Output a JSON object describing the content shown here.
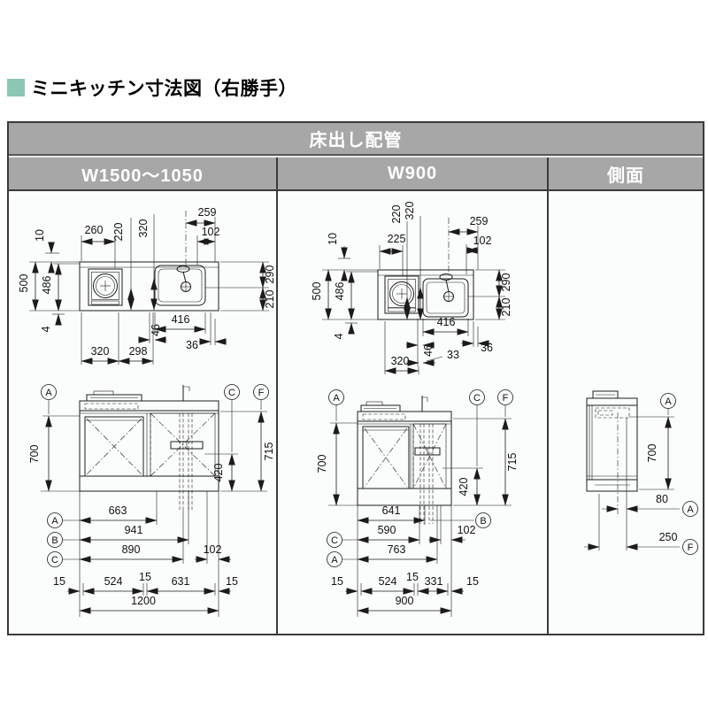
{
  "title": "ミニキッチン寸法図（右勝手）",
  "table": {
    "header": "床出し配管",
    "columns": [
      "W1500～1050",
      "W900",
      "側面"
    ]
  },
  "marks": {
    "A": "A",
    "B": "B",
    "C": "C",
    "F": "F"
  },
  "w1500": {
    "plan": {
      "d259": "259",
      "d102": "102",
      "d260": "260",
      "d220": "220",
      "d320": "320",
      "d10": "10",
      "d500": "500",
      "d486": "486",
      "d4": "4",
      "d290": "290",
      "d210": "210",
      "d416": "416",
      "d46": "46",
      "d36": "36",
      "d320b": "320",
      "d298": "298"
    },
    "elev": {
      "d700": "700",
      "d715": "715",
      "d420": "420",
      "dA": "663",
      "dB": "941",
      "dC": "890",
      "d102": "102",
      "d15": "15",
      "d524": "524",
      "d631": "631",
      "total": "1200"
    }
  },
  "w900": {
    "plan": {
      "d220": "220",
      "d320": "320",
      "d225": "225",
      "d259": "259",
      "d102": "102",
      "d10": "10",
      "d500": "500",
      "d486": "486",
      "d4": "4",
      "d290": "290",
      "d210": "210",
      "d416": "416",
      "d46": "46",
      "d33": "33",
      "d36": "36",
      "d320b": "320"
    },
    "elev": {
      "d700": "700",
      "d715": "715",
      "d420": "420",
      "dB": "641",
      "dC": "590",
      "d102": "102",
      "dA": "763",
      "d15": "15",
      "d524": "524",
      "d331": "331",
      "total": "900"
    }
  },
  "side": {
    "d700": "700",
    "d80": "80",
    "d250": "250"
  }
}
